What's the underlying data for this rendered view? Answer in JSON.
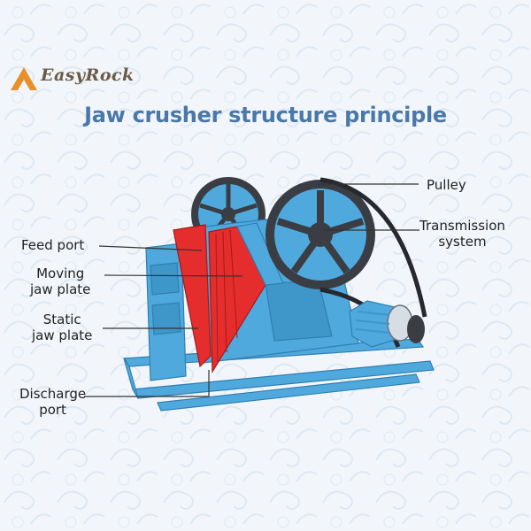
{
  "brand": {
    "logo_text": "EasyRock",
    "logo_color": "#e8902a",
    "text_color": "#6b5a48"
  },
  "title": "Jaw crusher structure principle",
  "colors": {
    "background": "#f2f6fb",
    "frame": "#4fa9dc",
    "frame_dark": "#2f7fb3",
    "jaw": "#e52d2d",
    "wheel": "#3a3d44",
    "title": "#4a78a8"
  },
  "labels": {
    "feed_port": "Feed port",
    "moving_jaw_line1": "Moving",
    "moving_jaw_line2": "jaw plate",
    "static_jaw_line1": "Static",
    "static_jaw_line2": "jaw plate",
    "discharge_line1": "Discharge",
    "discharge_line2": "port",
    "pulley": "Pulley",
    "transmission_line1": "Transmission",
    "transmission_line2": "system"
  }
}
